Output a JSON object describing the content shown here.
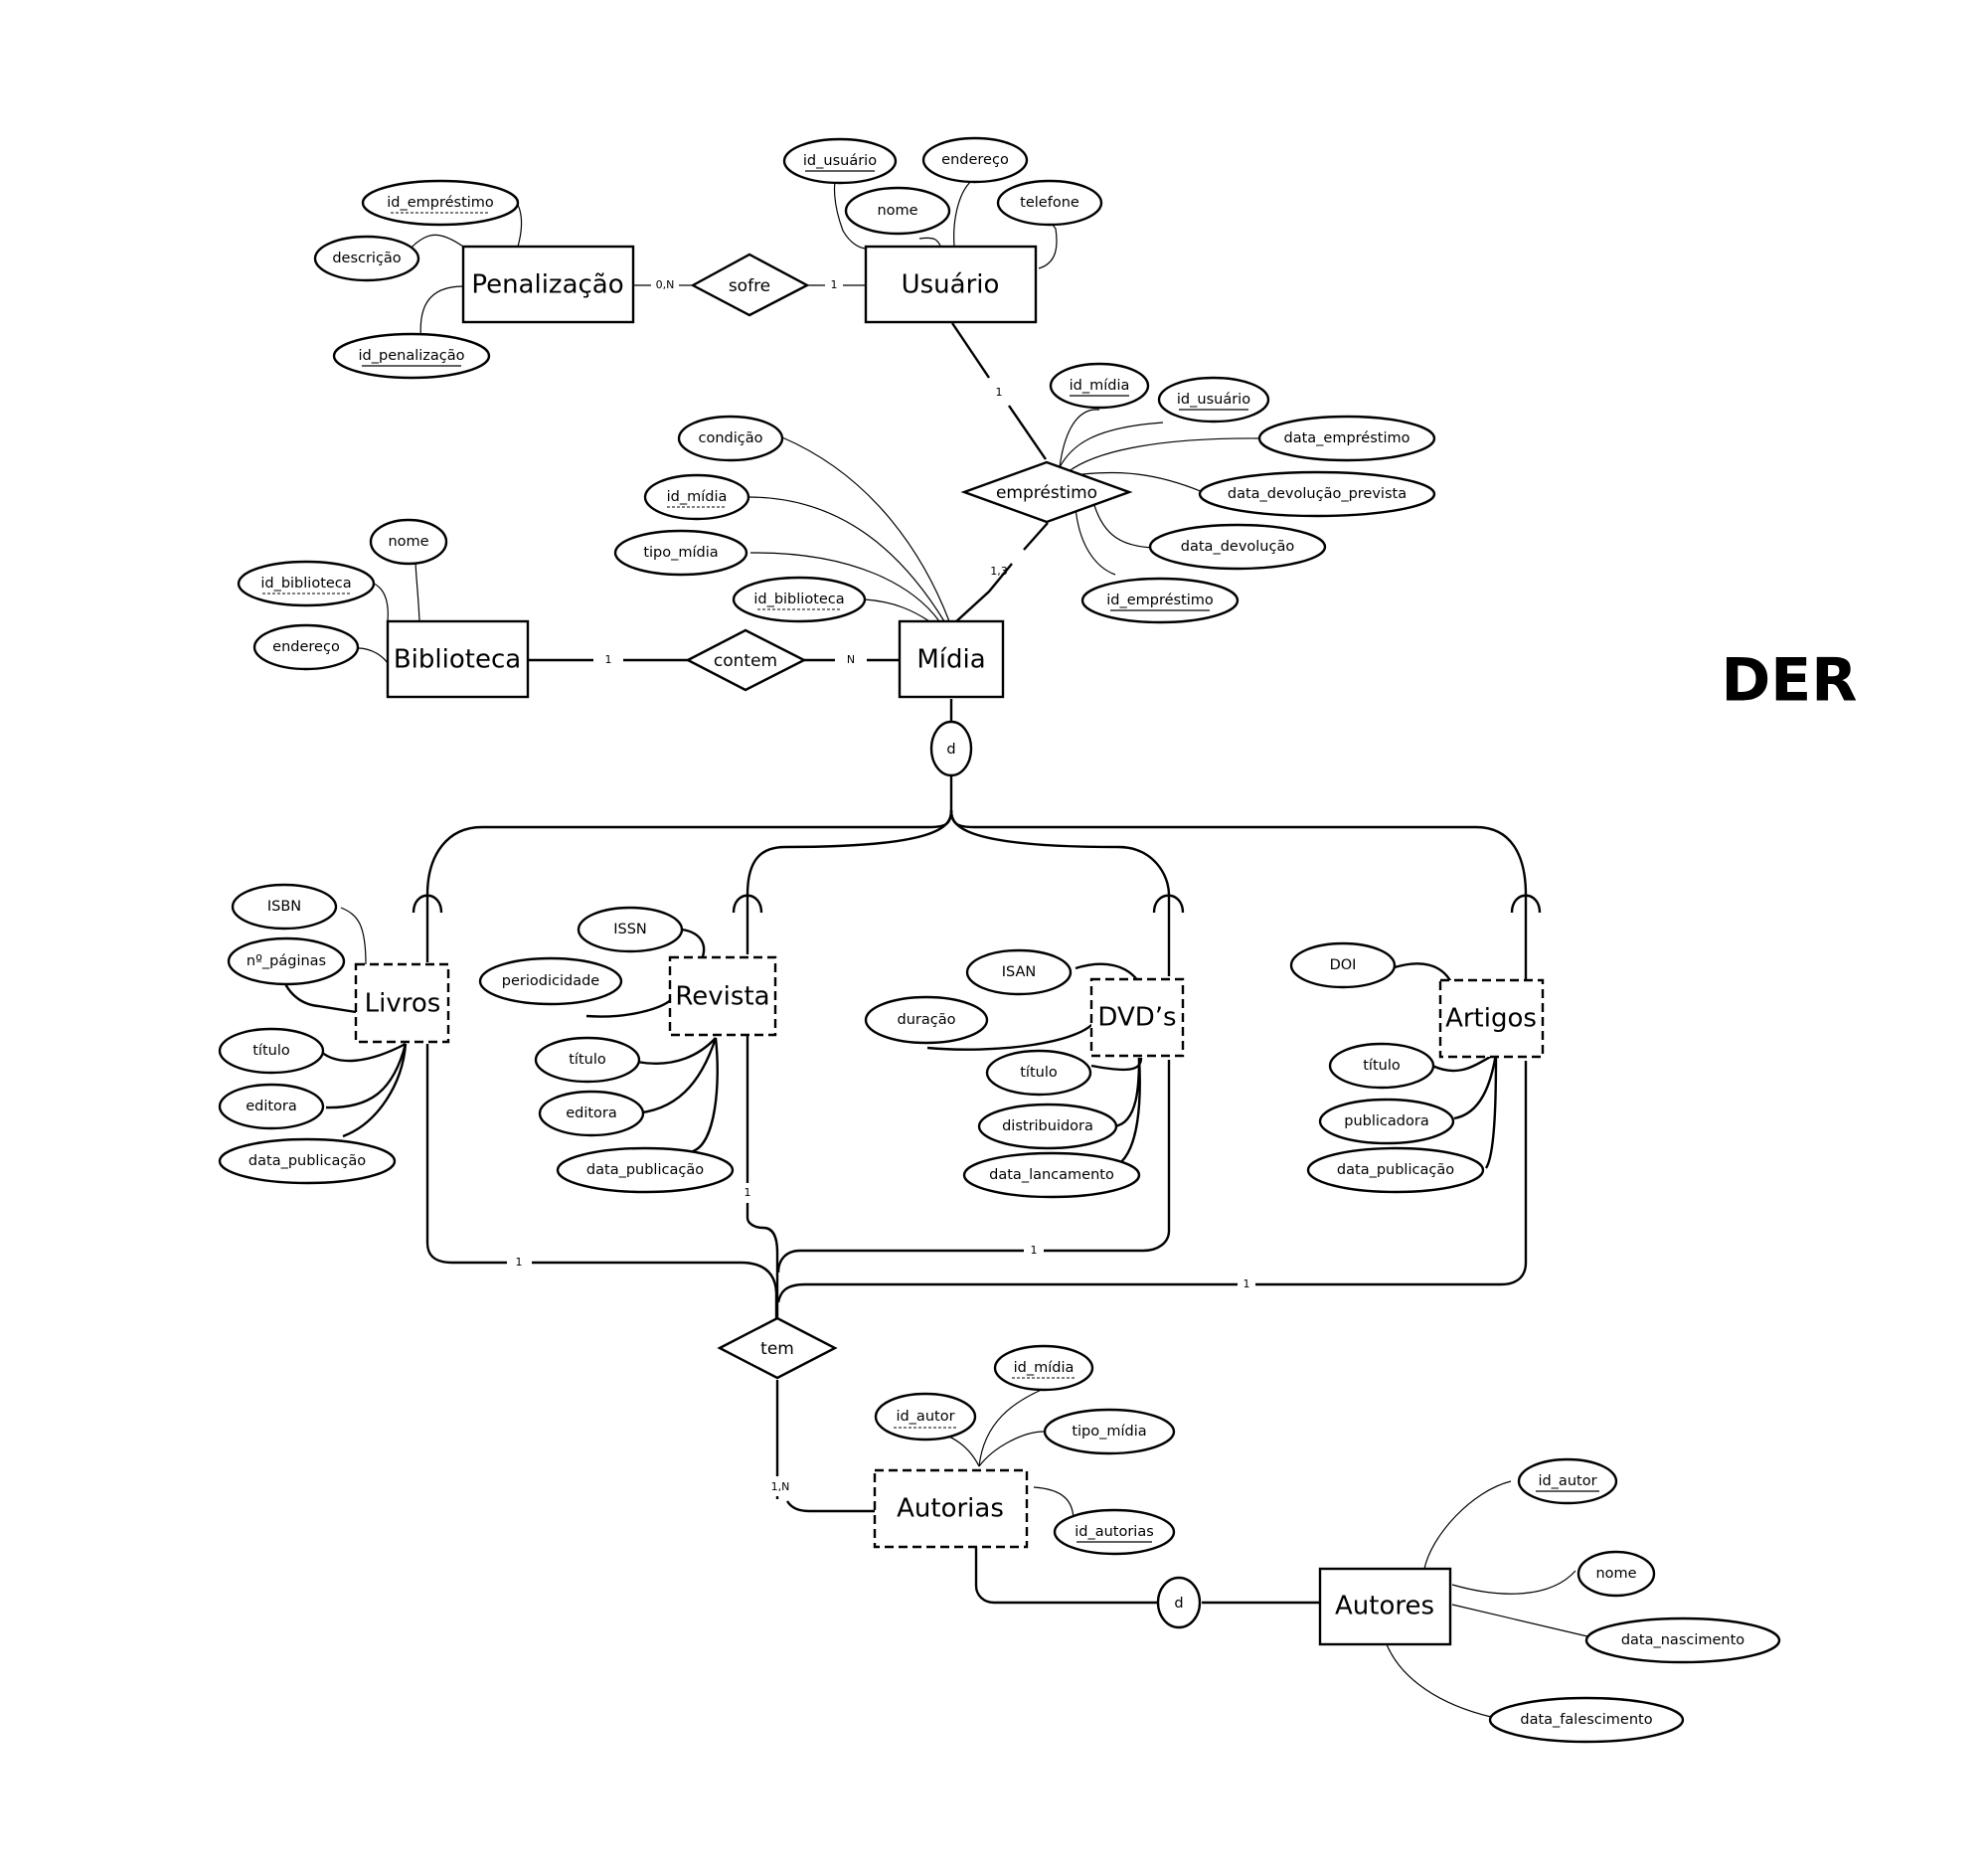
{
  "title": "DER",
  "entities": {
    "penalizacao": "Penalização",
    "usuario": "Usuário",
    "biblioteca": "Biblioteca",
    "midia": "Mídia",
    "livros": "Livros",
    "revista": "Revista",
    "dvds": "DVD’s",
    "artigos": "Artigos",
    "autorias": "Autorias",
    "autores": "Autores"
  },
  "relationships": {
    "sofre": "sofre",
    "emprestimo": "empréstimo",
    "contem": "contem",
    "tem": "tem"
  },
  "specializations": {
    "midia": "d",
    "autores": "d"
  },
  "attributes": {
    "penalizacao": {
      "id_emprestimo": "id_empréstimo",
      "descricao": "descrição",
      "id_penalizacao": "id_penalização"
    },
    "usuario": {
      "id_usuario": "id_usuário",
      "endereco": "endereço",
      "nome": "nome",
      "telefone": "telefone"
    },
    "emprestimo": {
      "id_midia": "id_mídia",
      "id_usuario": "id_usuário",
      "data_emprestimo": "data_empréstimo",
      "data_devolucao_prevista": "data_devolução_prevista",
      "data_devolucao": "data_devolução",
      "id_emprestimo": "id_empréstimo"
    },
    "midia": {
      "condicao": "condição",
      "id_midia": "id_mídia",
      "tipo_midia": "tipo_mídia",
      "id_biblioteca": "id_biblioteca"
    },
    "biblioteca": {
      "nome": "nome",
      "id_biblioteca": "id_biblioteca",
      "endereco": "endereço"
    },
    "livros": {
      "isbn": "ISBN",
      "n_paginas": "nº_páginas",
      "titulo": "título",
      "editora": "editora",
      "data_publicacao": "data_publicação"
    },
    "revista": {
      "issn": "ISSN",
      "periodicidade": "periodicidade",
      "titulo": "título",
      "editora": "editora",
      "data_publicacao": "data_publicação"
    },
    "dvds": {
      "isan": "ISAN",
      "duracao": "duração",
      "titulo": "título",
      "distribuidora": "distribuidora",
      "data_lancamento": "data_lancamento"
    },
    "artigos": {
      "doi": "DOI",
      "titulo": "título",
      "publicadora": "publicadora",
      "data_publicacao": "data_publicação"
    },
    "autorias": {
      "id_autor": "id_autor",
      "id_midia": "id_mídia",
      "tipo_midia": "tipo_mídia",
      "id_autorias": "id_autorias"
    },
    "autores": {
      "id_autor": "id_autor",
      "nome": "nome",
      "data_nascimento": "data_nascimento",
      "data_falescimento": "data_falescimento"
    }
  },
  "cardinalities": {
    "penalizacao_sofre": "0,N",
    "sofre_usuario": "1",
    "usuario_emprestimo": "1",
    "emprestimo_midia": "1,3",
    "biblioteca_contem": "1",
    "contem_midia": "N",
    "livros_tem": "1",
    "revista_tem": "1",
    "dvds_tem": "1",
    "artigos_tem": "1",
    "tem_autorias": "1,N"
  }
}
